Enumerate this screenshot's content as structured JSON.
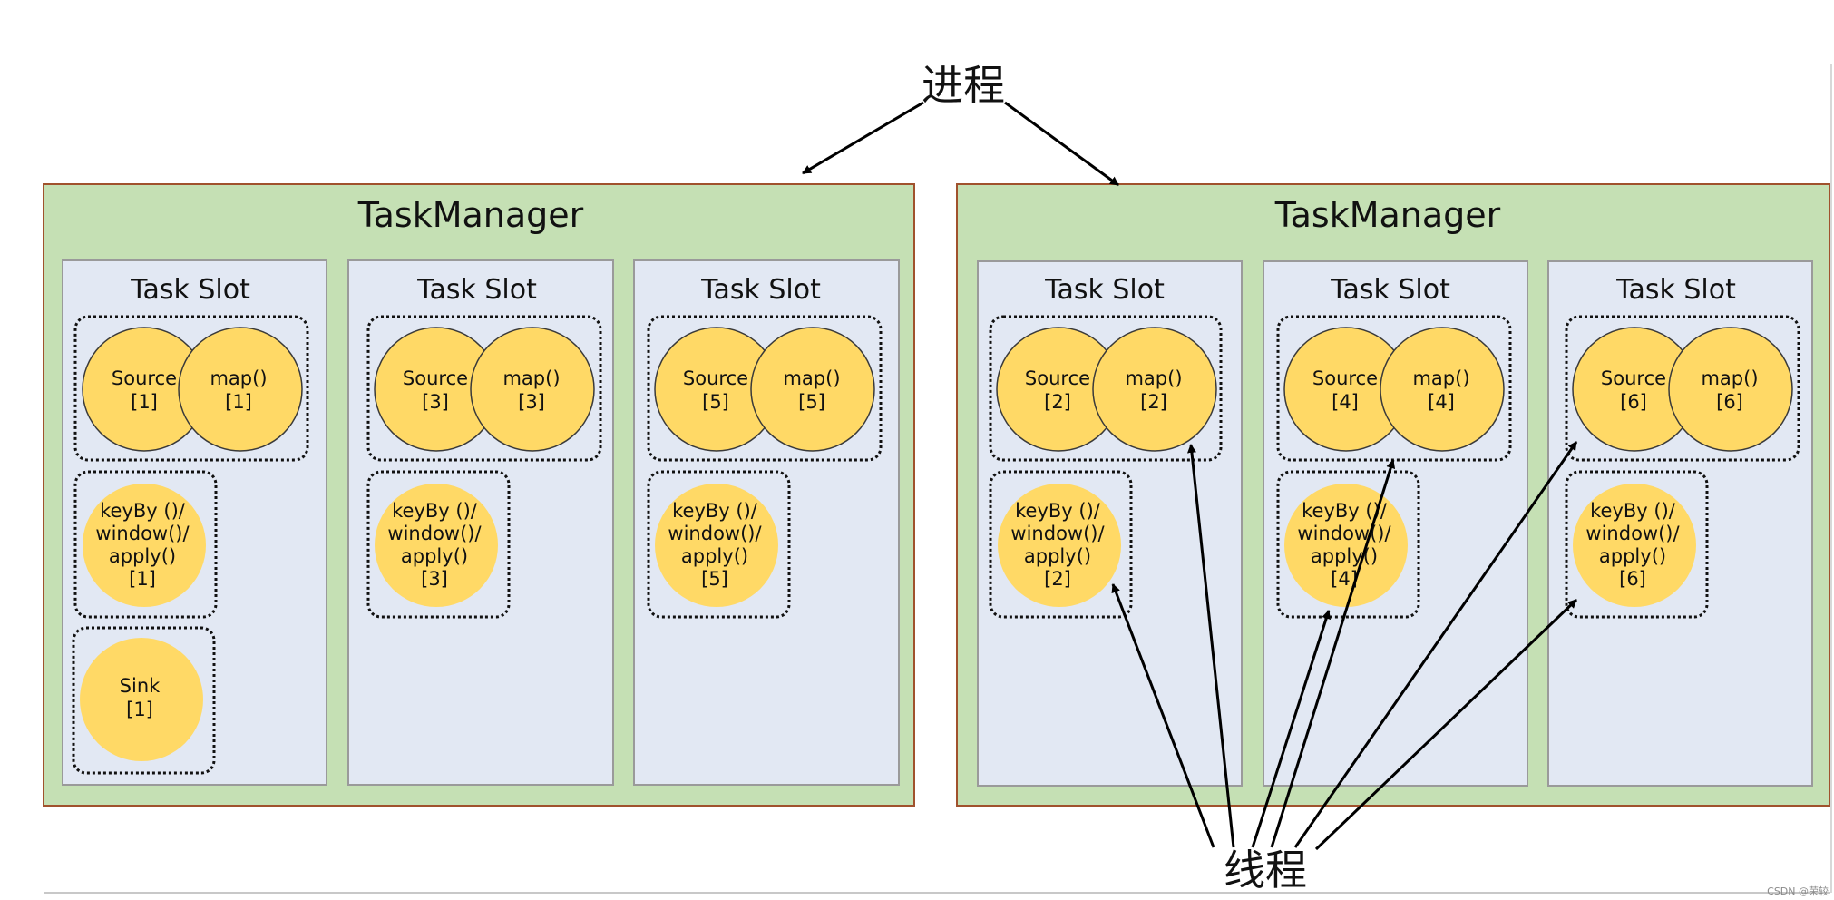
{
  "process_label": "进程",
  "thread_label": "线程",
  "watermark": "CSDN @荣较",
  "colors": {
    "taskmanager_fill": "#c5e0b4",
    "taskmanager_border": "#a0522d",
    "slot_fill": "#e2e8f3",
    "slot_border": "#9a9a9a",
    "operator_fill": "#ffd966",
    "operator_border": "#3a3a3a"
  },
  "taskmanagers": [
    {
      "title": "TaskManager",
      "slots": [
        {
          "title": "Task Slot",
          "source": {
            "name": "Source",
            "index": "[1]"
          },
          "map": {
            "name": "map()",
            "index": "[1]"
          },
          "keyby": {
            "l1": "keyBy ()/",
            "l2": "window()/",
            "l3": "apply()",
            "index": "[1]"
          },
          "sink": {
            "name": "Sink",
            "index": "[1]"
          }
        },
        {
          "title": "Task Slot",
          "source": {
            "name": "Source",
            "index": "[3]"
          },
          "map": {
            "name": "map()",
            "index": "[3]"
          },
          "keyby": {
            "l1": "keyBy ()/",
            "l2": "window()/",
            "l3": "apply()",
            "index": "[3]"
          }
        },
        {
          "title": "Task Slot",
          "source": {
            "name": "Source",
            "index": "[5]"
          },
          "map": {
            "name": "map()",
            "index": "[5]"
          },
          "keyby": {
            "l1": "keyBy ()/",
            "l2": "window()/",
            "l3": "apply()",
            "index": "[5]"
          }
        }
      ]
    },
    {
      "title": "TaskManager",
      "slots": [
        {
          "title": "Task Slot",
          "source": {
            "name": "Source",
            "index": "[2]"
          },
          "map": {
            "name": "map()",
            "index": "[2]"
          },
          "keyby": {
            "l1": "keyBy ()/",
            "l2": "window()/",
            "l3": "apply()",
            "index": "[2]"
          }
        },
        {
          "title": "Task Slot",
          "source": {
            "name": "Source",
            "index": "[4]"
          },
          "map": {
            "name": "map()",
            "index": "[4]"
          },
          "keyby": {
            "l1": "keyBy ()/",
            "l2": "window()/",
            "l3": "apply()",
            "index": "[4]"
          }
        },
        {
          "title": "Task Slot",
          "source": {
            "name": "Source",
            "index": "[6]"
          },
          "map": {
            "name": "map()",
            "index": "[6]"
          },
          "keyby": {
            "l1": "keyBy ()/",
            "l2": "window()/",
            "l3": "apply()",
            "index": "[6]"
          }
        }
      ]
    }
  ]
}
